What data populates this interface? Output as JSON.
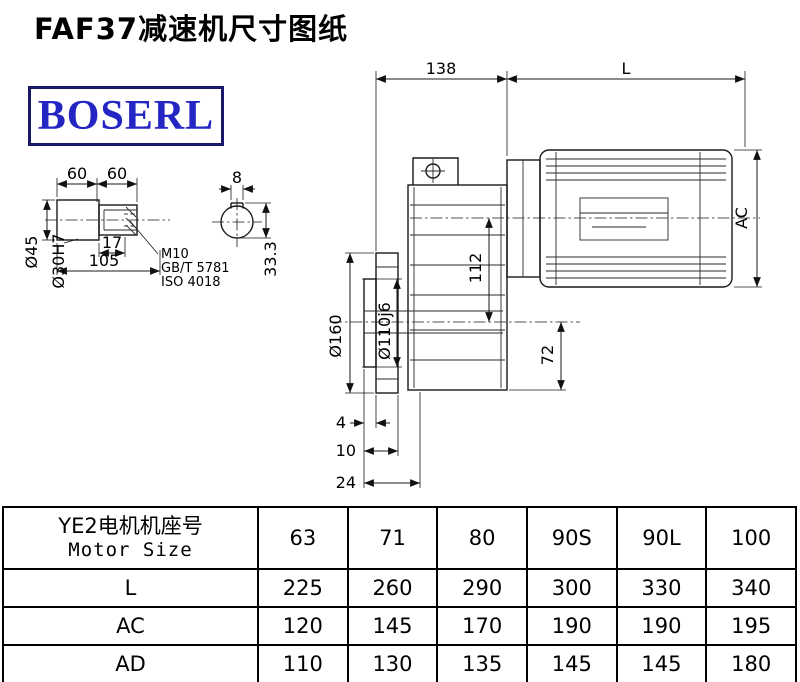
{
  "page": {
    "title": "FAF37减速机尺寸图纸",
    "background": "#ffffff"
  },
  "logo": {
    "text": "BOSERL",
    "text_color": "#2525c4",
    "border_color": "#181868"
  },
  "shaft_view": {
    "dims": {
      "len1": "60",
      "len2": "60",
      "key_len": "17",
      "total_len": "105",
      "dia_outer": "Ø45",
      "dia_shaft": "Ø30H7"
    },
    "notes": {
      "thread": "M10",
      "standard1": "GB/T 5781",
      "standard2": "ISO 4018"
    }
  },
  "key_section": {
    "dims": {
      "key_width": "8",
      "key_height": "33.3"
    }
  },
  "main_view": {
    "dims": {
      "gearbox_len": "138",
      "motor_len": "L",
      "motor_dia": "AC",
      "center_1": "112",
      "center_2": "72",
      "flange_dia": "Ø160",
      "spigot_dia": "Ø110j6",
      "d4": "4",
      "d10": "10",
      "d24": "24"
    }
  },
  "table": {
    "header": {
      "line1": "YE2电机机座号",
      "line2": "Motor Size"
    },
    "columns": [
      "63",
      "71",
      "80",
      "90S",
      "90L",
      "100"
    ],
    "rows": [
      {
        "label": "L",
        "values": [
          "225",
          "260",
          "290",
          "300",
          "330",
          "340"
        ]
      },
      {
        "label": "AC",
        "values": [
          "120",
          "145",
          "170",
          "190",
          "190",
          "195"
        ]
      },
      {
        "label": "AD",
        "values": [
          "110",
          "130",
          "135",
          "145",
          "145",
          "180"
        ]
      }
    ]
  }
}
